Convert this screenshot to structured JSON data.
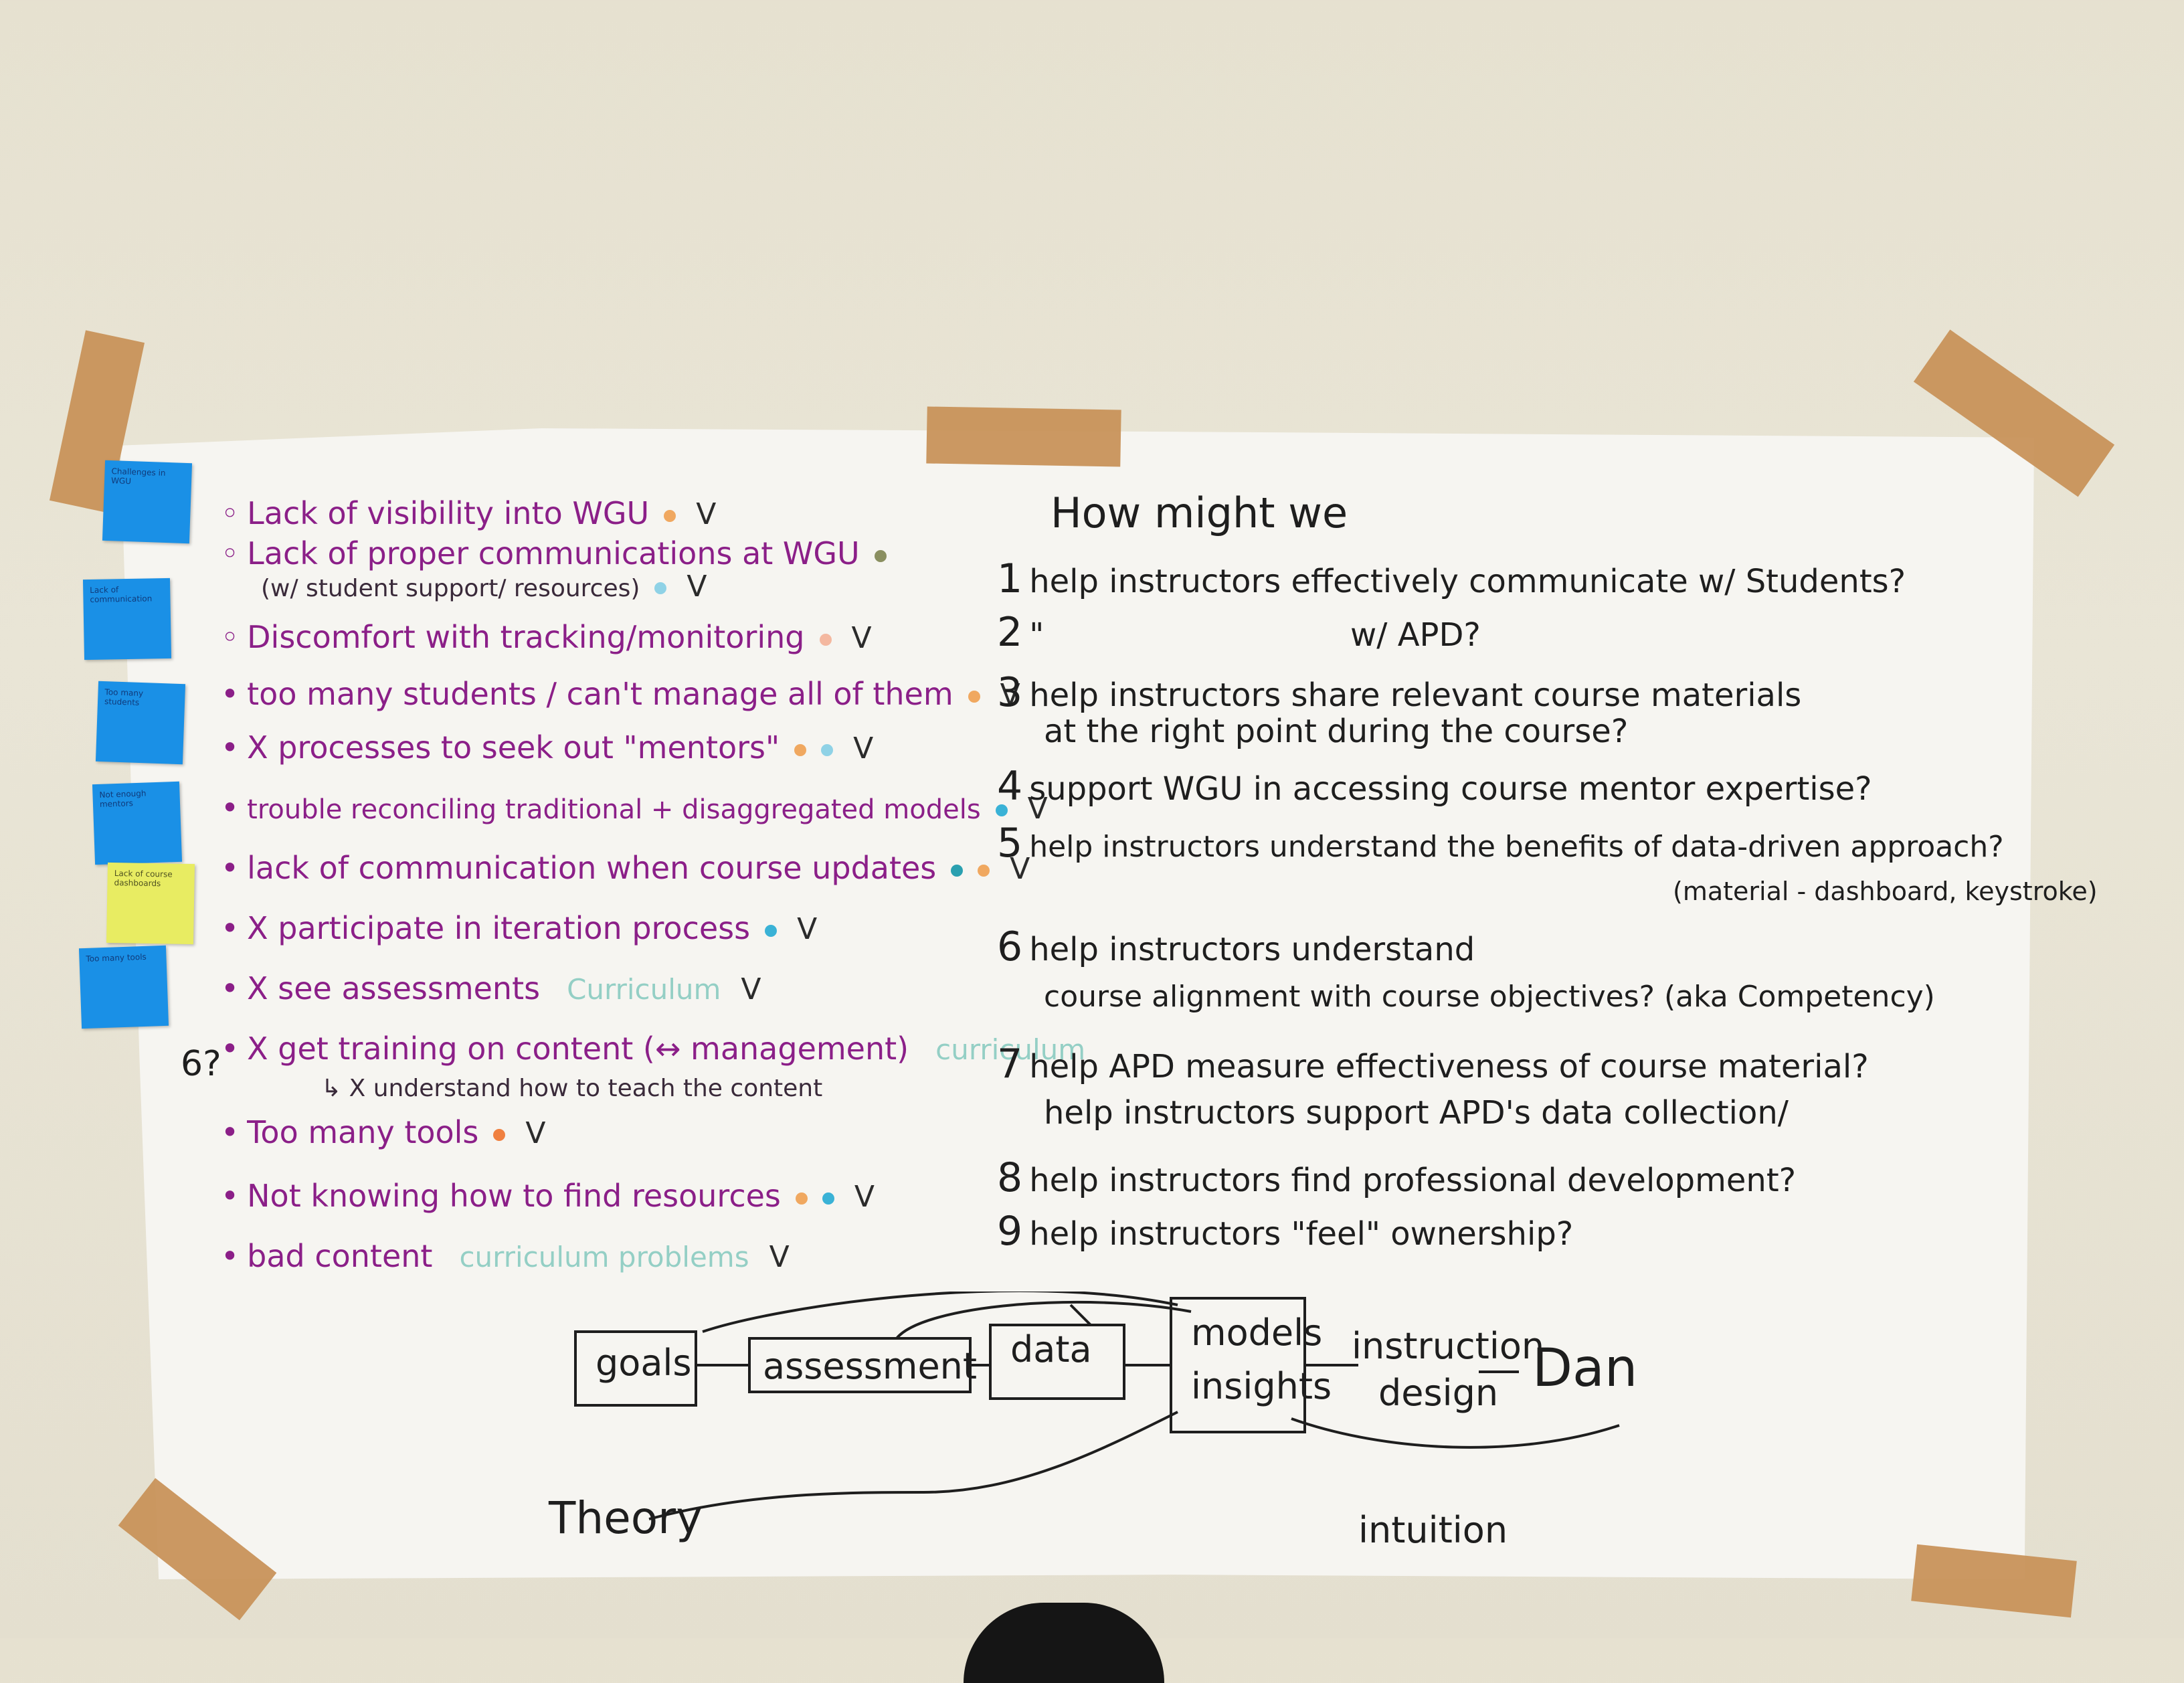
{
  "sticky_notes": [
    {
      "text": "Challenges in WGU",
      "color": "#1a90e6"
    },
    {
      "text": "Lack of communication",
      "color": "#1a90e6"
    },
    {
      "text": "Too many students",
      "color": "#1a90e6"
    },
    {
      "text": "Not enough mentors",
      "color": "#1a90e6"
    },
    {
      "text": "Lack of course dashboards",
      "color": "#e8ec62"
    },
    {
      "text": "Too many tools",
      "color": "#1a90e6"
    }
  ],
  "left_list": [
    {
      "text": "Lack of visibility into WGU",
      "check": "V"
    },
    {
      "text": "Lack of proper communications at WGU",
      "check": ""
    },
    {
      "text": "(w/ student support/ resources)",
      "check": "V"
    },
    {
      "text": "Discomfort with tracking/monitoring",
      "check": "V"
    },
    {
      "text": "too many students / can't manage all of them",
      "check": "V"
    },
    {
      "text": "X processes to seek out \"mentors\"",
      "check": "V"
    },
    {
      "text": "trouble reconciling traditional + disaggregated models",
      "check": "V"
    },
    {
      "text": "lack of communication when course updates",
      "check": "V"
    },
    {
      "text": "X participate in iteration process",
      "check": "V"
    },
    {
      "text": "X see assessments",
      "note": "Curriculum",
      "check": "V"
    },
    {
      "text": "X get training on content (↔ management)",
      "note": "curriculum",
      "check": ""
    },
    {
      "text": "↳ X understand how to teach the content",
      "check": ""
    },
    {
      "text": "Too many tools",
      "check": "V"
    },
    {
      "text": "Not knowing how to find resources",
      "check": "V"
    },
    {
      "text": "bad content",
      "note": "curriculum problems",
      "check": "V"
    }
  ],
  "hmw": {
    "title": "How might we",
    "items": [
      {
        "num": "1",
        "text": "help instructors effectively communicate w/ Students?"
      },
      {
        "num": "2",
        "text": "\"                              w/ APD?"
      },
      {
        "num": "3",
        "text": "help instructors share relevant course materials"
      },
      {
        "num": "",
        "text": "at the right point during the course?"
      },
      {
        "num": "4",
        "text": "support WGU in accessing course mentor expertise?"
      },
      {
        "num": "5",
        "text": "help instructors understand the benefits of data-driven approach?"
      },
      {
        "num": "",
        "text": "(material - dashboard, keystroke)"
      },
      {
        "num": "6",
        "text": "help instructors understand"
      },
      {
        "num": "",
        "text": "course alignment with course objectives? (aka Competency)"
      },
      {
        "num": "7",
        "text": "help APD measure effectiveness of course material?"
      },
      {
        "num": "",
        "text": "help instructors support APD's data collection/"
      },
      {
        "num": "8",
        "text": "help instructors find professional development?"
      },
      {
        "num": "9",
        "text": "help instructors \"feel\" ownership?"
      }
    ]
  },
  "diagram": {
    "nodes": {
      "goals": "goals",
      "assessment": "assessment",
      "data": "data",
      "models": "models",
      "insights": "insights",
      "instruction": "instruction",
      "design": "design",
      "dan": "Dan",
      "theory": "Theory",
      "intuition": "intuition"
    }
  },
  "colors": {
    "purple_ink": "#8b1f88",
    "black_ink": "#1e1e1e",
    "tape": "#c8925a"
  }
}
